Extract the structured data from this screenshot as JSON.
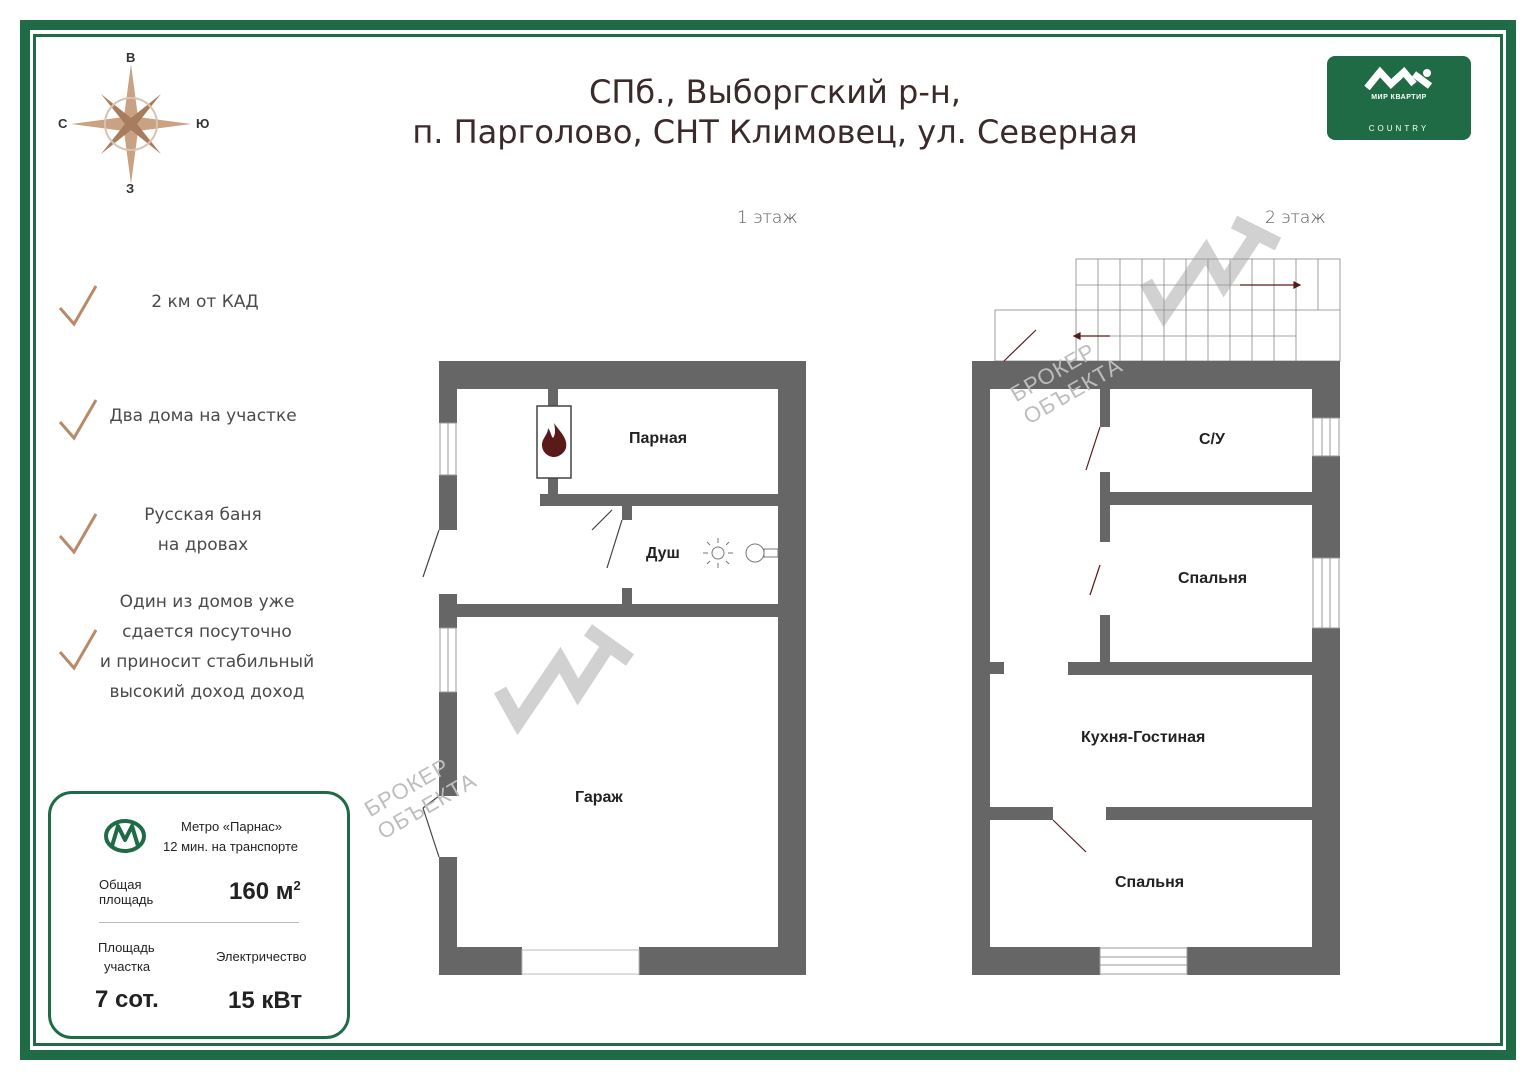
{
  "title": {
    "line1": "СПб., Выборгский р-н,",
    "line2": "п. Парголово, СНТ Климовец, ул. Северная"
  },
  "logo": {
    "brand": "МИР КВАРТИР",
    "sub": "COUNTRY"
  },
  "compass": {
    "north": "В",
    "south": "З",
    "west": "С",
    "east": "Ю"
  },
  "floors": {
    "first": "1 этаж",
    "second": "2 этаж"
  },
  "features": [
    {
      "lines": [
        "2 км от КАД"
      ]
    },
    {
      "lines": [
        "Два дома на участке"
      ]
    },
    {
      "lines": [
        "Русская  баня",
        "на дровах"
      ]
    },
    {
      "lines": [
        "Один из домов уже",
        "сдается посуточно",
        "и приносит стабильный",
        "высокий доход доход"
      ]
    }
  ],
  "rooms_floor1": {
    "steam": "Парная",
    "shower": "Душ",
    "garage": "Гараж"
  },
  "rooms_floor2": {
    "wc": "С/У",
    "bedroom1": "Спальня",
    "kitchen": "Кухня-Гостиная",
    "bedroom2": "Спальня"
  },
  "watermark": {
    "line1": "БРОКЕР",
    "line2": "ОБЪЕКТА"
  },
  "info": {
    "metro_name": "Метро «Парнас»",
    "metro_time": "12 мин. на транспорте",
    "total_area_label_1": "Общая",
    "total_area_label_2": "площадь",
    "total_area_value": "160 м",
    "total_area_sup": "2",
    "plot_label_1": "Площадь",
    "plot_label_2": "участка",
    "plot_value": "7 сот.",
    "power_label": "Электричество",
    "power_value": "15 кВт"
  },
  "colors": {
    "brand_green": "#1e6b45",
    "wall": "#666666",
    "check": "#b88a6a",
    "fire": "#5a1a1a"
  }
}
